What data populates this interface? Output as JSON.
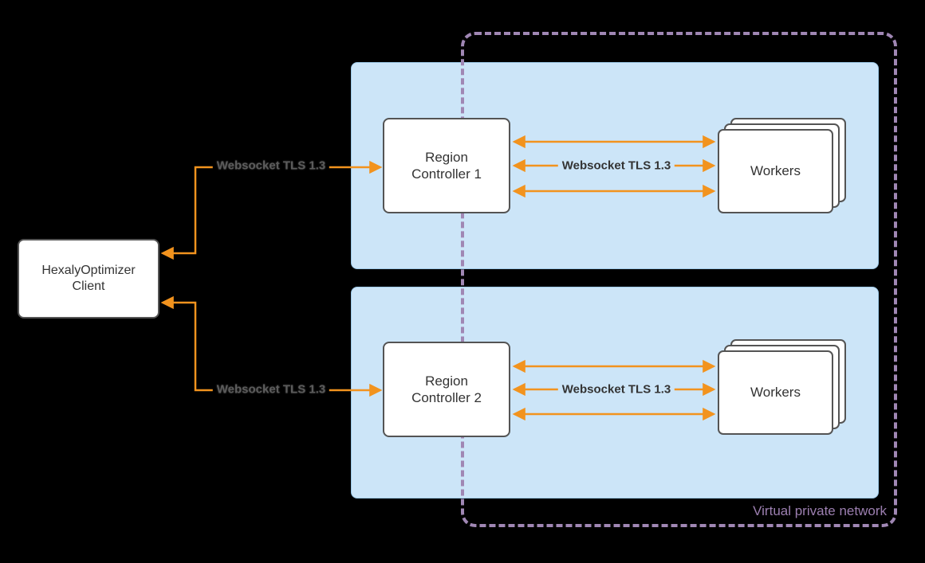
{
  "nodes": {
    "client": {
      "label": "HexalyOptimizer Client"
    },
    "region_controller_1": {
      "label": "Region Controller 1"
    },
    "region_controller_2": {
      "label": "Region Controller 2"
    },
    "workers_1": {
      "label": "Workers"
    },
    "workers_2": {
      "label": "Workers"
    }
  },
  "edges": {
    "client_rc1": {
      "label": "Websocket TLS 1.3"
    },
    "client_rc2": {
      "label": "Websocket TLS 1.3"
    },
    "rc1_workers": {
      "label": "Websocket TLS 1.3"
    },
    "rc2_workers": {
      "label": "Websocket TLS 1.3"
    }
  },
  "vpn": {
    "label": "Virtual private network"
  },
  "colors": {
    "arrow_orange": "#F2931E",
    "region_fill_blue": "#CCE5F8",
    "region_border_blue": "#9DC9E8",
    "vpn_purple": "#A087B4",
    "node_border_gray": "#545454",
    "text_dark": "#333333",
    "background": "#000000"
  }
}
